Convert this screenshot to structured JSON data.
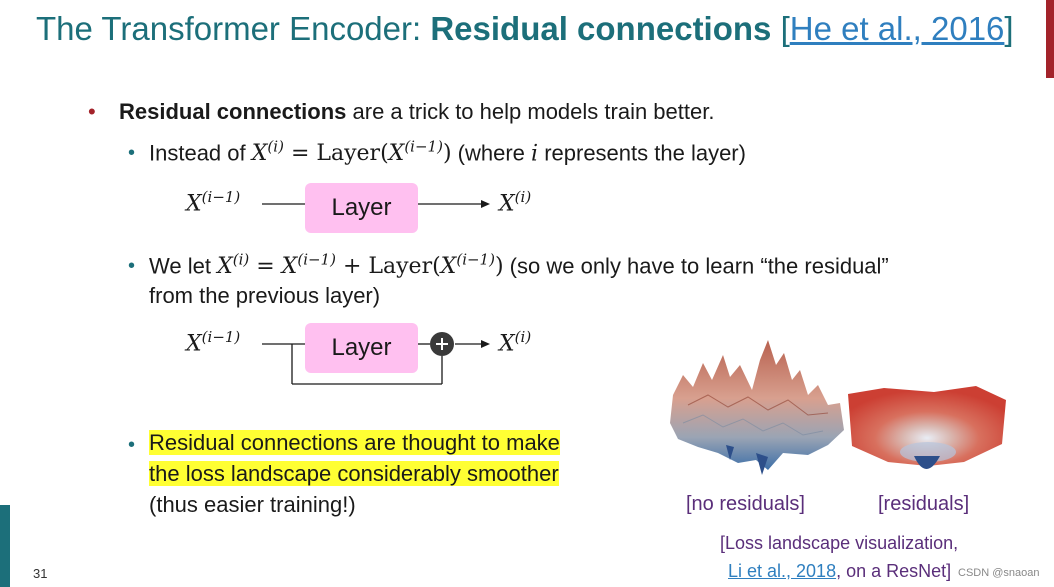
{
  "slide": {
    "title_main": "The Transformer Encoder: ",
    "title_bold": "Residual connections",
    "title_cite_open": "[",
    "title_cite": "He et al., 2016",
    "title_cite_close": "]",
    "bullet1_bold": "Residual connections",
    "bullet1_rest": " are a trick to help models train better.",
    "sub1_prefix": "Instead of ",
    "sub1_suffix": " (where ",
    "sub1_var": "i",
    "sub1_end": " represents the layer)",
    "sub2_prefix": "We let ",
    "sub2_suffix": " (so we only have to learn “the residual”",
    "sub2_line2": "from the previous layer)",
    "sub3_hl1": "Residual connections are thought to make",
    "sub3_hl2": "the loss landscape considerably smoother",
    "sub3_line3": "(thus easier training!)",
    "diagram_layer_label": "Layer",
    "caption_no_res": "[no residuals]",
    "caption_res": "[residuals]",
    "citation_line1": "[Loss landscape visualization,",
    "citation_link": "Li et al., 2018",
    "citation_rest": ", on a ResNet]",
    "page_number": "31",
    "watermark": "CSDN @snaoan"
  },
  "colors": {
    "title": "#1c6f7a",
    "accent_red": "#a3232a",
    "link": "#2f7fbf",
    "layer_box": "#ffc0f0",
    "highlight": "#ffff33",
    "caption": "#5a2e7a"
  },
  "icons": {
    "plus": "plus-circle-icon",
    "arrow": "arrow-right-icon"
  }
}
